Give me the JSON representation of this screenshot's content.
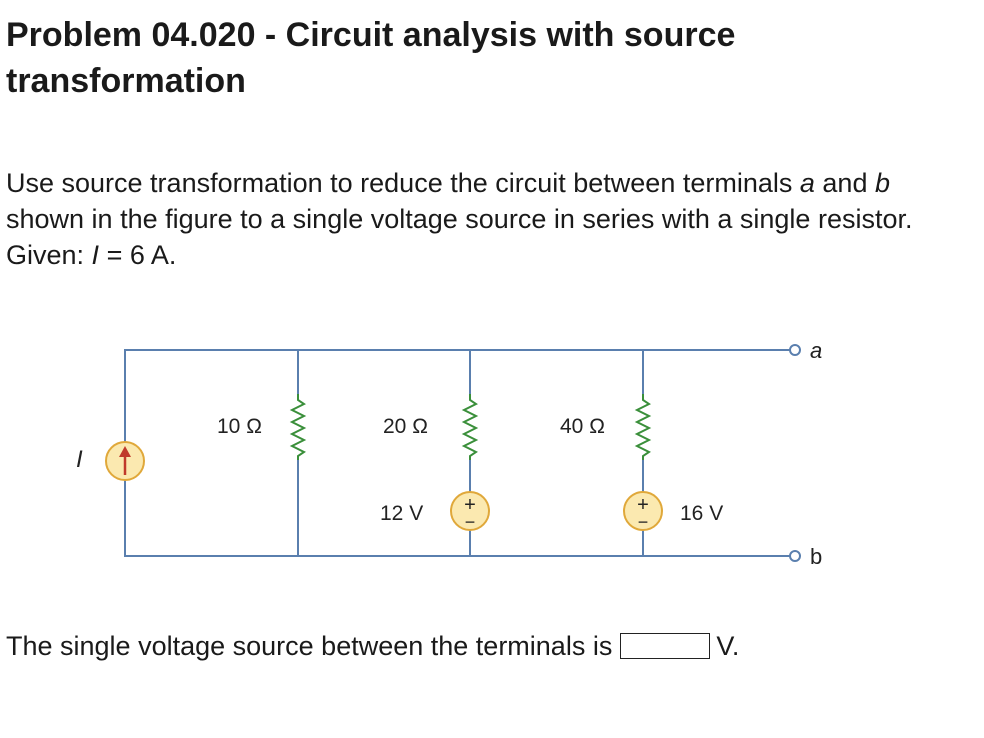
{
  "problem": {
    "title": "Problem 04.020 - Circuit analysis with source transformation",
    "prompt_parts": [
      "Use source transformation to reduce the circuit between terminals ",
      "a",
      " and ",
      "b",
      " shown in the figure to a single voltage source in series with a single resistor. Given: ",
      "I",
      " = 6 A."
    ]
  },
  "circuit": {
    "current_source_label": "I",
    "r1_label": "10 Ω",
    "r2_label": "20 Ω",
    "r3_label": "40 Ω",
    "v1_label": "12 V",
    "v2_label": "16 V",
    "plus_sign": "+",
    "minus_sign": "−",
    "terminal_a": "a",
    "terminal_b": "b"
  },
  "answer": {
    "prefix": "The single voltage source between the terminals is",
    "value": "",
    "unit": "V."
  },
  "colors": {
    "wire": "#5a7fae",
    "resistor": "#3a8f3a",
    "source_fill": "#fbe9b0",
    "source_stroke": "#e0a83a",
    "arrow": "#c0392b"
  }
}
